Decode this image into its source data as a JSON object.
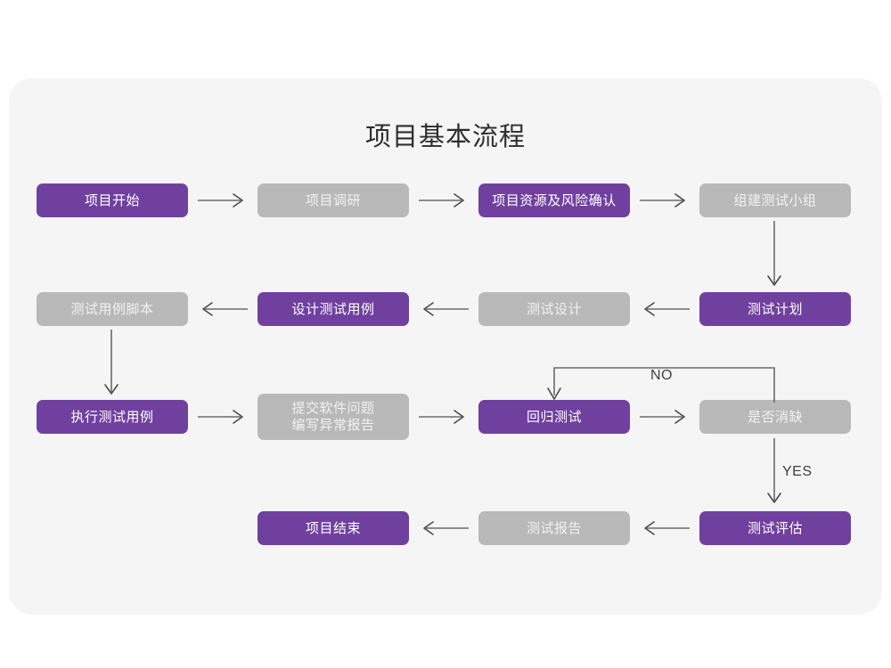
{
  "page": {
    "title": "项目基本流程",
    "background_color": "#ffffff",
    "card_color": "#f5f5f6"
  },
  "theme": {
    "accent_purple": "#70409f",
    "muted_gray": "#b9b9b9",
    "arrow_color": "#6b6b6b",
    "title_color": "#2e2e2e"
  },
  "flow": {
    "nodes": [
      {
        "id": "n1",
        "label": "项目开始",
        "style": "purple",
        "row": 1,
        "col": 1
      },
      {
        "id": "n2",
        "label": "项目调研",
        "style": "gray",
        "row": 1,
        "col": 2
      },
      {
        "id": "n3",
        "label": "项目资源及风险确认",
        "style": "purple",
        "row": 1,
        "col": 3
      },
      {
        "id": "n4",
        "label": "组建测试小组",
        "style": "gray",
        "row": 1,
        "col": 4
      },
      {
        "id": "n5",
        "label": "测试用例脚本",
        "style": "gray",
        "row": 2,
        "col": 1
      },
      {
        "id": "n6",
        "label": "设计测试用例",
        "style": "purple",
        "row": 2,
        "col": 2
      },
      {
        "id": "n7",
        "label": "测试设计",
        "style": "gray",
        "row": 2,
        "col": 3
      },
      {
        "id": "n8",
        "label": "测试计划",
        "style": "purple",
        "row": 2,
        "col": 4
      },
      {
        "id": "n9",
        "label": "执行测试用例",
        "style": "purple",
        "row": 3,
        "col": 1
      },
      {
        "id": "n10",
        "label": "提交软件问题\n编写异常报告",
        "style": "gray",
        "row": 3,
        "col": 2
      },
      {
        "id": "n11",
        "label": "回归测试",
        "style": "purple",
        "row": 3,
        "col": 3
      },
      {
        "id": "n12",
        "label": "是否消缺",
        "style": "gray",
        "row": 3,
        "col": 4
      },
      {
        "id": "n13",
        "label": "项目结束",
        "style": "purple",
        "row": 4,
        "col": 2
      },
      {
        "id": "n14",
        "label": "测试报告",
        "style": "gray",
        "row": 4,
        "col": 3
      },
      {
        "id": "n15",
        "label": "测试评估",
        "style": "purple",
        "row": 4,
        "col": 4
      }
    ],
    "edge_labels": {
      "no": "NO",
      "yes": "YES"
    }
  }
}
